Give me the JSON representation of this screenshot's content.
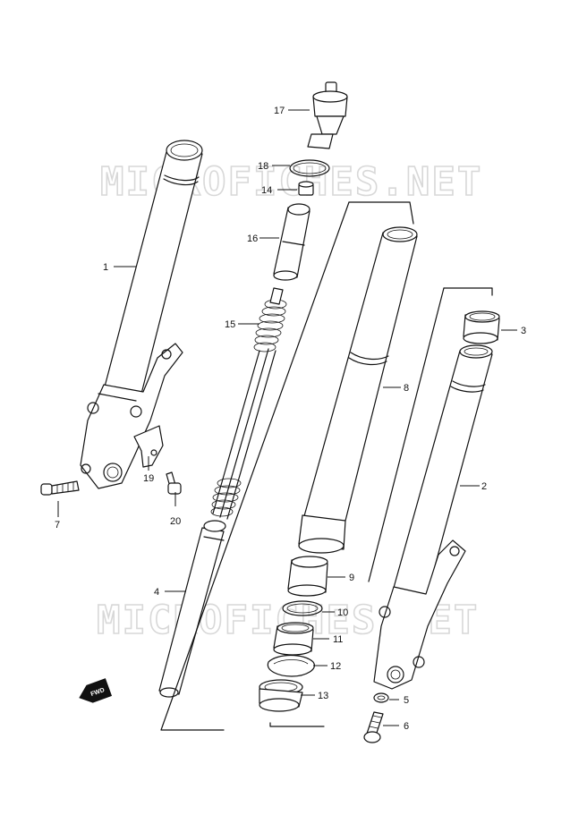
{
  "watermark": {
    "text": "MICROFICHES.NET"
  },
  "fwd_badge": {
    "label": "FWD"
  },
  "callouts": {
    "c1": "1",
    "c2": "2",
    "c3": "3",
    "c4": "4",
    "c5": "5",
    "c6": "6",
    "c7": "7",
    "c8": "8",
    "c9": "9",
    "c10": "10",
    "c11": "11",
    "c12": "12",
    "c13": "13",
    "c14": "14",
    "c15": "15",
    "c16": "16",
    "c17": "17",
    "c18": "18",
    "c19": "19",
    "c20": "20"
  }
}
